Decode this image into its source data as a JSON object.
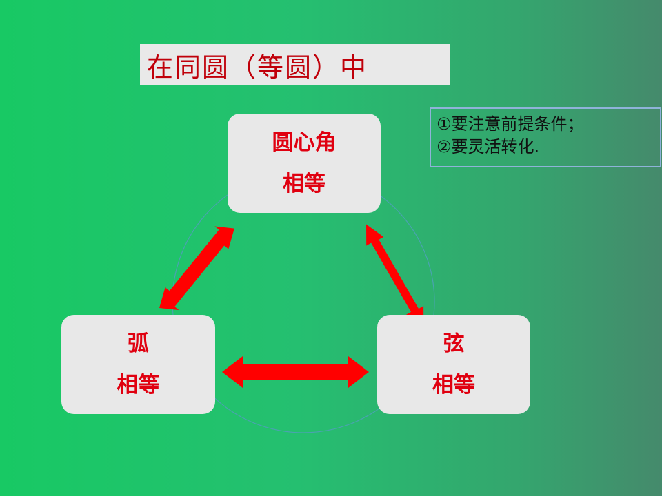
{
  "title": "在同圆（等圆）中",
  "notes": [
    "①要注意前提条件；",
    "②要灵活转化."
  ],
  "nodes": {
    "central_angle": {
      "line1": "圆心角",
      "line2": "相等"
    },
    "arc": {
      "line1": "弧",
      "line2": "相等"
    },
    "chord": {
      "line1": "弦",
      "line2": "相等"
    }
  },
  "colors": {
    "arrow": "#ff0000",
    "node_text": "#e00010",
    "title_text": "#c0000a",
    "node_fill": "#e8e8e8",
    "circle": "#4aa3b0"
  },
  "icons": [
    "double-arrow-icon",
    "double-arrow-icon",
    "double-arrow-icon"
  ]
}
